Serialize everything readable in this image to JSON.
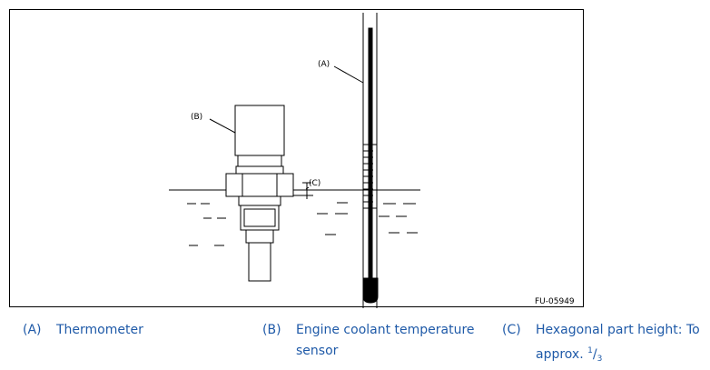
{
  "figure": {
    "label_a": "(A)",
    "label_b": "(B)",
    "label_c": "(C)",
    "figure_id": "FU-05949"
  },
  "legend": [
    {
      "key": "(A)",
      "text": "Thermometer"
    },
    {
      "key": "(B)",
      "text": "Engine coolant temperature sensor"
    },
    {
      "key": "(C)",
      "text_prefix": "Hexagonal part height: To approx. ",
      "fraction_num": "1",
      "fraction_sep": "/",
      "fraction_den": "3"
    }
  ]
}
